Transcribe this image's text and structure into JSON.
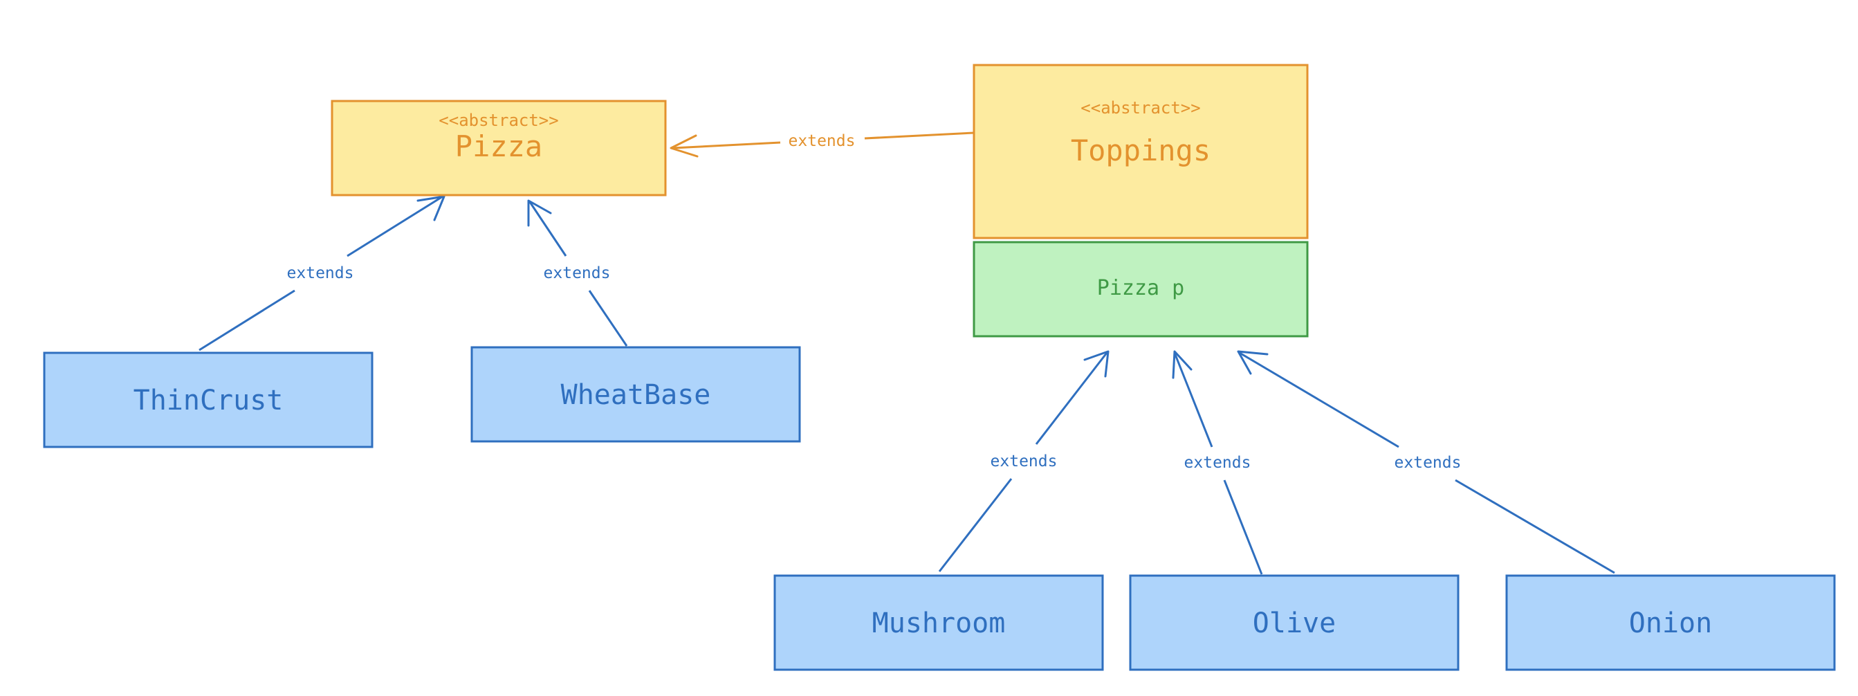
{
  "colors": {
    "abstract_fill": "#fdeba0",
    "abstract_stroke": "#e3922e",
    "abstract_text": "#e3922e",
    "field_fill": "#bff2c0",
    "field_stroke": "#3f9a45",
    "field_text": "#3f9a45",
    "concrete_fill": "#aed4fb",
    "concrete_stroke": "#2f6fbf",
    "concrete_text": "#2f6fbf",
    "background": "#ffffff"
  },
  "nodes": {
    "pizza": {
      "stereotype": "<<abstract>>",
      "name": "Pizza"
    },
    "toppings": {
      "stereotype": "<<abstract>>",
      "name": "Toppings",
      "field": "Pizza p"
    },
    "thincrust": {
      "name": "ThinCrust"
    },
    "wheatbase": {
      "name": "WheatBase"
    },
    "mushroom": {
      "name": "Mushroom"
    },
    "olive": {
      "name": "Olive"
    },
    "onion": {
      "name": "Onion"
    }
  },
  "edges": {
    "toppings_pizza": "extends",
    "thincrust_pizza": "extends",
    "wheatbase_pizza": "extends",
    "mushroom_toppings": "extends",
    "olive_toppings": "extends",
    "onion_toppings": "extends"
  }
}
